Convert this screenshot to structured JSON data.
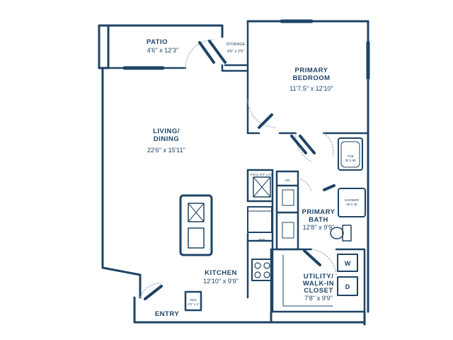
{
  "colors": {
    "ink": "#1e4466",
    "background": "#ffffff",
    "door_swing": "#9aaab8"
  },
  "rooms": {
    "patio": {
      "name": "PATIO",
      "dim": "4'6'' x 12'3''"
    },
    "storage": {
      "name": "STORAGE",
      "dim": "4'6'' x 2'5''"
    },
    "primary_bedroom": {
      "name_line1": "PRIMARY",
      "name_line2": "BEDROOM",
      "dim": "11'7.5'' x 12'10''"
    },
    "living_dining": {
      "name_line1": "LIVING/",
      "name_line2": "DINING",
      "dim": "22'6'' x 15'11''"
    },
    "primary_bath": {
      "name_line1": "PRIMARY",
      "name_line2": "BATH",
      "dim": "12'8'' x 9'9''"
    },
    "kitchen": {
      "name": "KITCHEN",
      "dim": "12'10'' x 9'9''"
    },
    "utility_closet": {
      "name_line1": "UTILITY/",
      "name_line2": "WALK-IN",
      "name_line3": "CLOSET",
      "dim": "7'8'' x 9'9''"
    },
    "entry": {
      "name": "ENTRY"
    }
  },
  "fixtures": {
    "tub": {
      "line1": "TUB",
      "line2": "30 X 60"
    },
    "shower": {
      "line1": "SHOWER",
      "line2": "36 X 36"
    },
    "hvac": "HVAC 3'3'' x 2'2''",
    "linen": "LIN",
    "pantry": "PAN",
    "washer": "W",
    "dryer": "D",
    "res": {
      "line1": "RES",
      "line2": "3'3'' x 2'"
    }
  }
}
